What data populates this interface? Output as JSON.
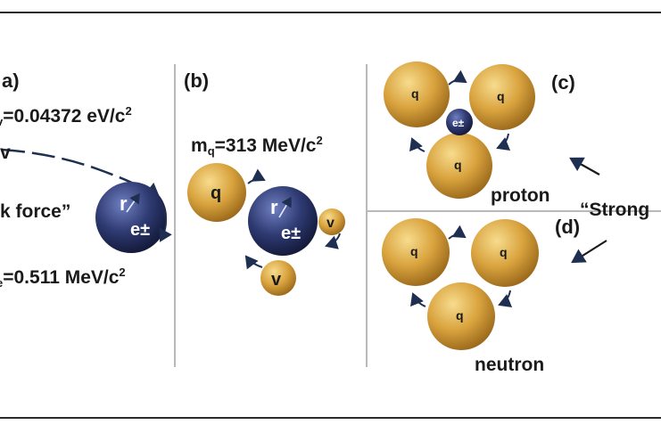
{
  "panels": {
    "a": {
      "label": "a)",
      "neutrino_mass_prefix": "v",
      "neutrino_mass_value": "=0.04372 eV/c",
      "neutrino_mass_exp": "2",
      "neutrino_symbol": "v",
      "force_label": "k force”",
      "electron_top": "r",
      "electron_bottom": "e±",
      "electron_mass_prefix": "e",
      "electron_mass_value": "=0.511 MeV/c",
      "electron_mass_exp": "2"
    },
    "b": {
      "label": "(b)",
      "quark_mass_m": "m",
      "quark_mass_sub": "q",
      "quark_mass_value": "=313 MeV/c",
      "quark_mass_exp": "2",
      "quark_symbol": "q",
      "electron_top": "r",
      "electron_bottom": "e±",
      "neutrino_small": "v",
      "neutrino_large": "v"
    },
    "c": {
      "label": "(c)",
      "quark_symbol": "q",
      "electron_symbol": "e±",
      "name": "proton"
    },
    "d": {
      "label": "(d)",
      "quark_symbol": "q",
      "name": "neutron"
    },
    "strong_label": "“Strong"
  },
  "colors": {
    "quark": "#d9a33e",
    "electron": "#2e3a72",
    "arrow": "#1f2f52",
    "frame": "#2b2b2b",
    "divider": "#b9b9b9"
  }
}
